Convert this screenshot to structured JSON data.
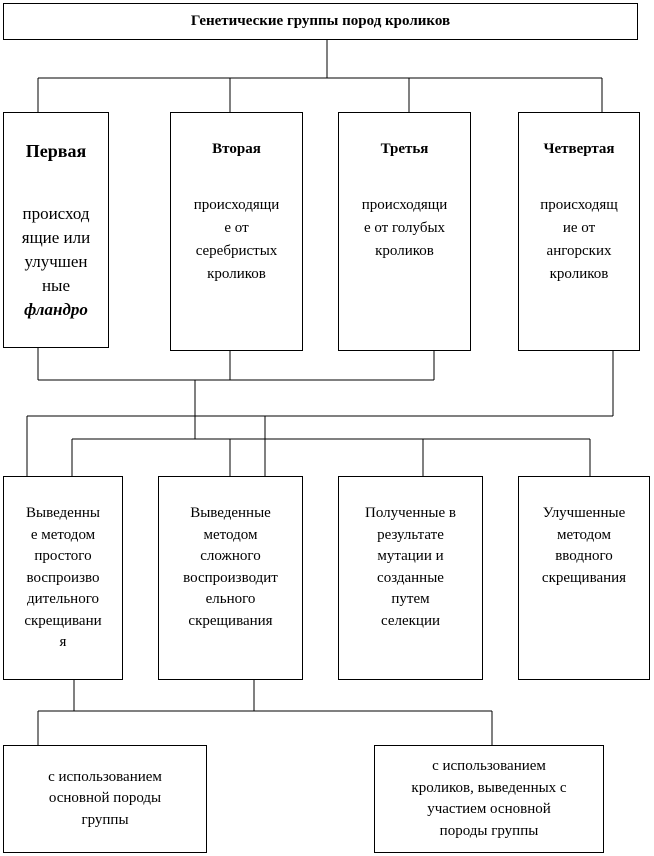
{
  "title": "Генетические группы пород кроликов",
  "groups": [
    {
      "name": "Первая",
      "desc_lines": [
        "происход",
        "ящие или",
        "улучшен",
        "ные"
      ],
      "emphasis": "фландро"
    },
    {
      "name": "Вторая",
      "desc_lines": [
        "происходящи",
        "е от",
        "серебристых",
        "кроликов"
      ]
    },
    {
      "name": "Третья",
      "desc_lines": [
        "происходящи",
        "е от голубых",
        "кроликов"
      ]
    },
    {
      "name": "Четвертая",
      "desc_lines": [
        "происходящ",
        "ие от",
        "ангорских",
        "кроликов"
      ]
    }
  ],
  "methods": [
    {
      "lines": [
        "Выведенны",
        "е методом",
        "простого",
        "воспроизво",
        "дительного",
        "скрещивани",
        "я"
      ]
    },
    {
      "lines": [
        "Выведенные",
        "методом",
        "сложного",
        "воспроизводит",
        "ельного",
        "скрещивания"
      ]
    },
    {
      "lines": [
        "Полученные в",
        "результате",
        "мутации и",
        "созданные",
        "путем",
        "селекции"
      ]
    },
    {
      "lines": [
        "Улучшенные",
        "методом",
        "вводного",
        "скрещивания"
      ]
    }
  ],
  "subtypes": [
    {
      "lines": [
        "с использованием",
        "основной породы",
        "группы"
      ]
    },
    {
      "lines": [
        "с использованием",
        "кроликов, выведенных с",
        "участием основной",
        "породы группы"
      ]
    }
  ]
}
